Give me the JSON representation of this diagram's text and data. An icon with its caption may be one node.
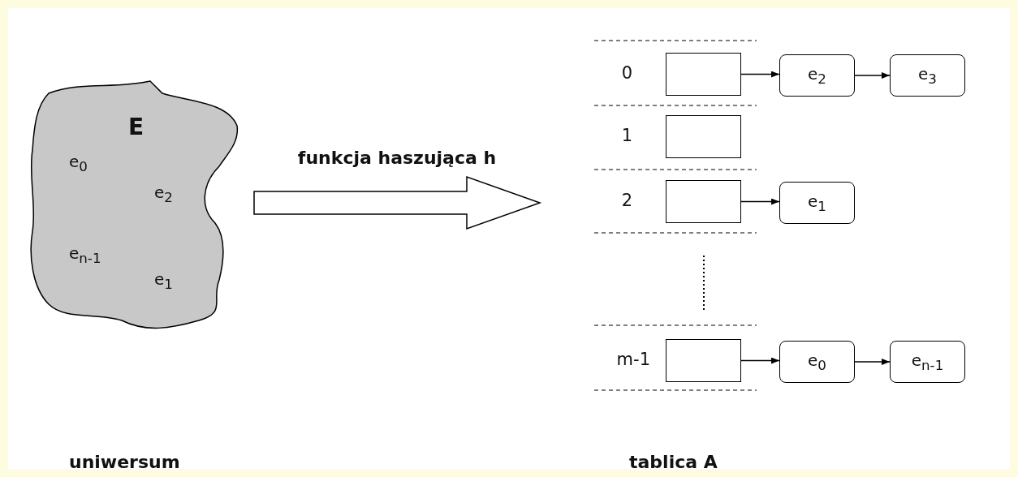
{
  "diagram": {
    "nodes": [
      {
        "text": [
          "E",
          "e$_{0}$",
          "e$_{2}$",
          "e$_{n-1}$",
          "e$_{1}$"
        ]
      },
      {
        "text": [
          "tablica A"
        ]
      },
      {
        "text": [],
        "shape": "box",
        "in": 1,
        "beside": [
          "0"
        ]
      },
      {
        "text": [
          "e$_{2}$"
        ],
        "in": 1
      },
      {
        "text": [
          "e$_{3}$"
        ],
        "in": 1
      },
      {
        "text": [],
        "shape": "box",
        "in": 1,
        "beside": [
          "1"
        ]
      },
      {
        "text": [],
        "shape": "box",
        "in": 1,
        "beside": [
          "2"
        ]
      },
      {
        "text": [
          "e$_{1}$"
        ],
        "in": 1
      },
      {
        "text": [],
        "shape": "box",
        "in": 1,
        "beside": [
          "m-1"
        ]
      },
      {
        "text": [
          "e$_{0}$"
        ],
        "in": 1
      },
      {
        "text": [
          "e$_{n-1}$"
        ],
        "in": 1
      }
    ],
    "edges": [
      {
        "from": 0,
        "to": 1,
        "arrow": "to",
        "label": "funkcja haszująca h",
        "style": "thick"
      },
      {
        "from": 2,
        "to": 3,
        "arrow": "to"
      },
      {
        "from": 3,
        "to": 4,
        "arrow": "to"
      },
      {
        "from": 6,
        "to": 7,
        "arrow": "to"
      },
      {
        "from": 8,
        "to": 9,
        "arrow": "to"
      },
      {
        "from": 9,
        "to": 10,
        "arrow": "to"
      }
    ],
    "labels": [
      "uniwersum"
    ]
  }
}
